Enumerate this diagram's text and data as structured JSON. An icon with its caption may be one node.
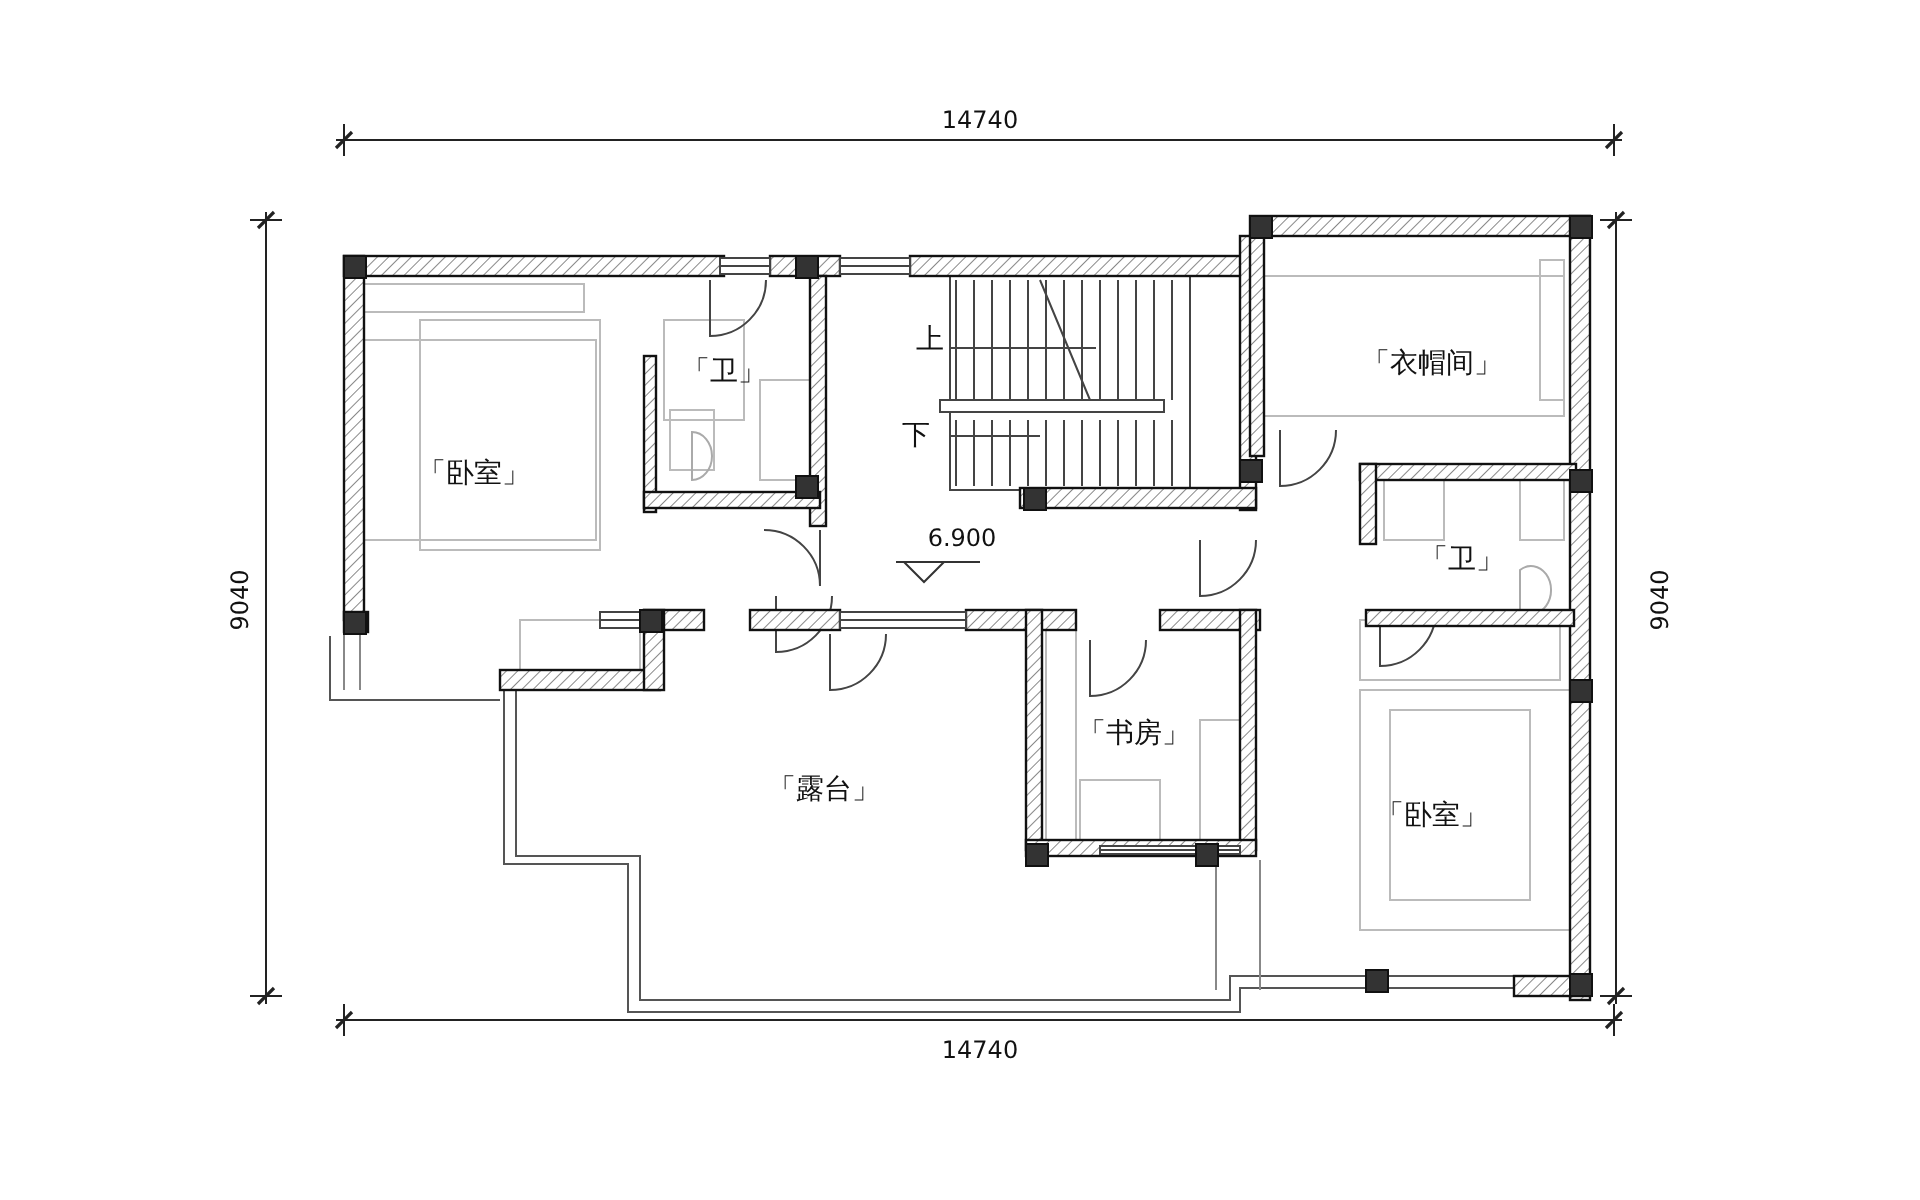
{
  "diagram": {
    "labels": [
      "14740",
      "9040",
      "「卧室」",
      "「卫」",
      "上",
      "「衣帽间」",
      "下",
      "「卫」",
      "6.900",
      "9040",
      "「书房」",
      "「露台」",
      "「卧室」",
      "14740"
    ]
  }
}
